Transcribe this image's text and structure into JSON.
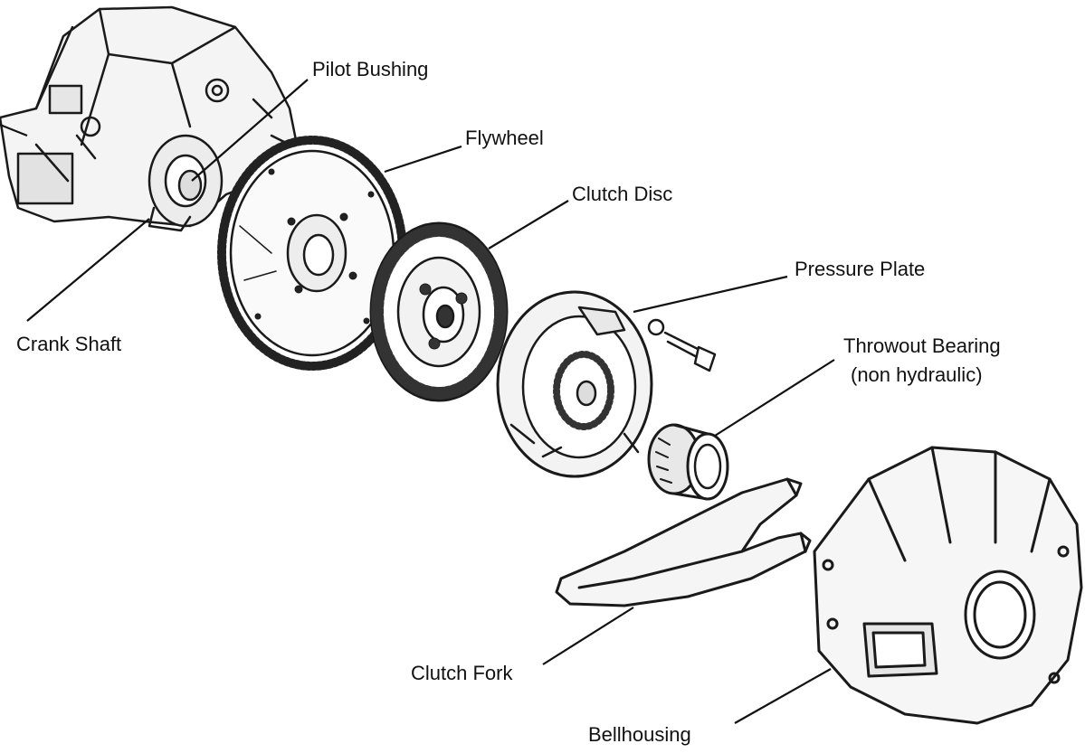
{
  "labels": {
    "pilot_bushing": "Pilot Bushing",
    "flywheel": "Flywheel",
    "clutch_disc": "Clutch Disc",
    "pressure_plate": "Pressure Plate",
    "throwout_bearing_line1": "Throwout Bearing",
    "throwout_bearing_line2": "(non hydraulic)",
    "crank_shaft": "Crank Shaft",
    "clutch_fork": "Clutch Fork",
    "bellhousing": "Bellhousing"
  },
  "colors": {
    "ink": "#1a1a1a",
    "background": "#ffffff"
  }
}
